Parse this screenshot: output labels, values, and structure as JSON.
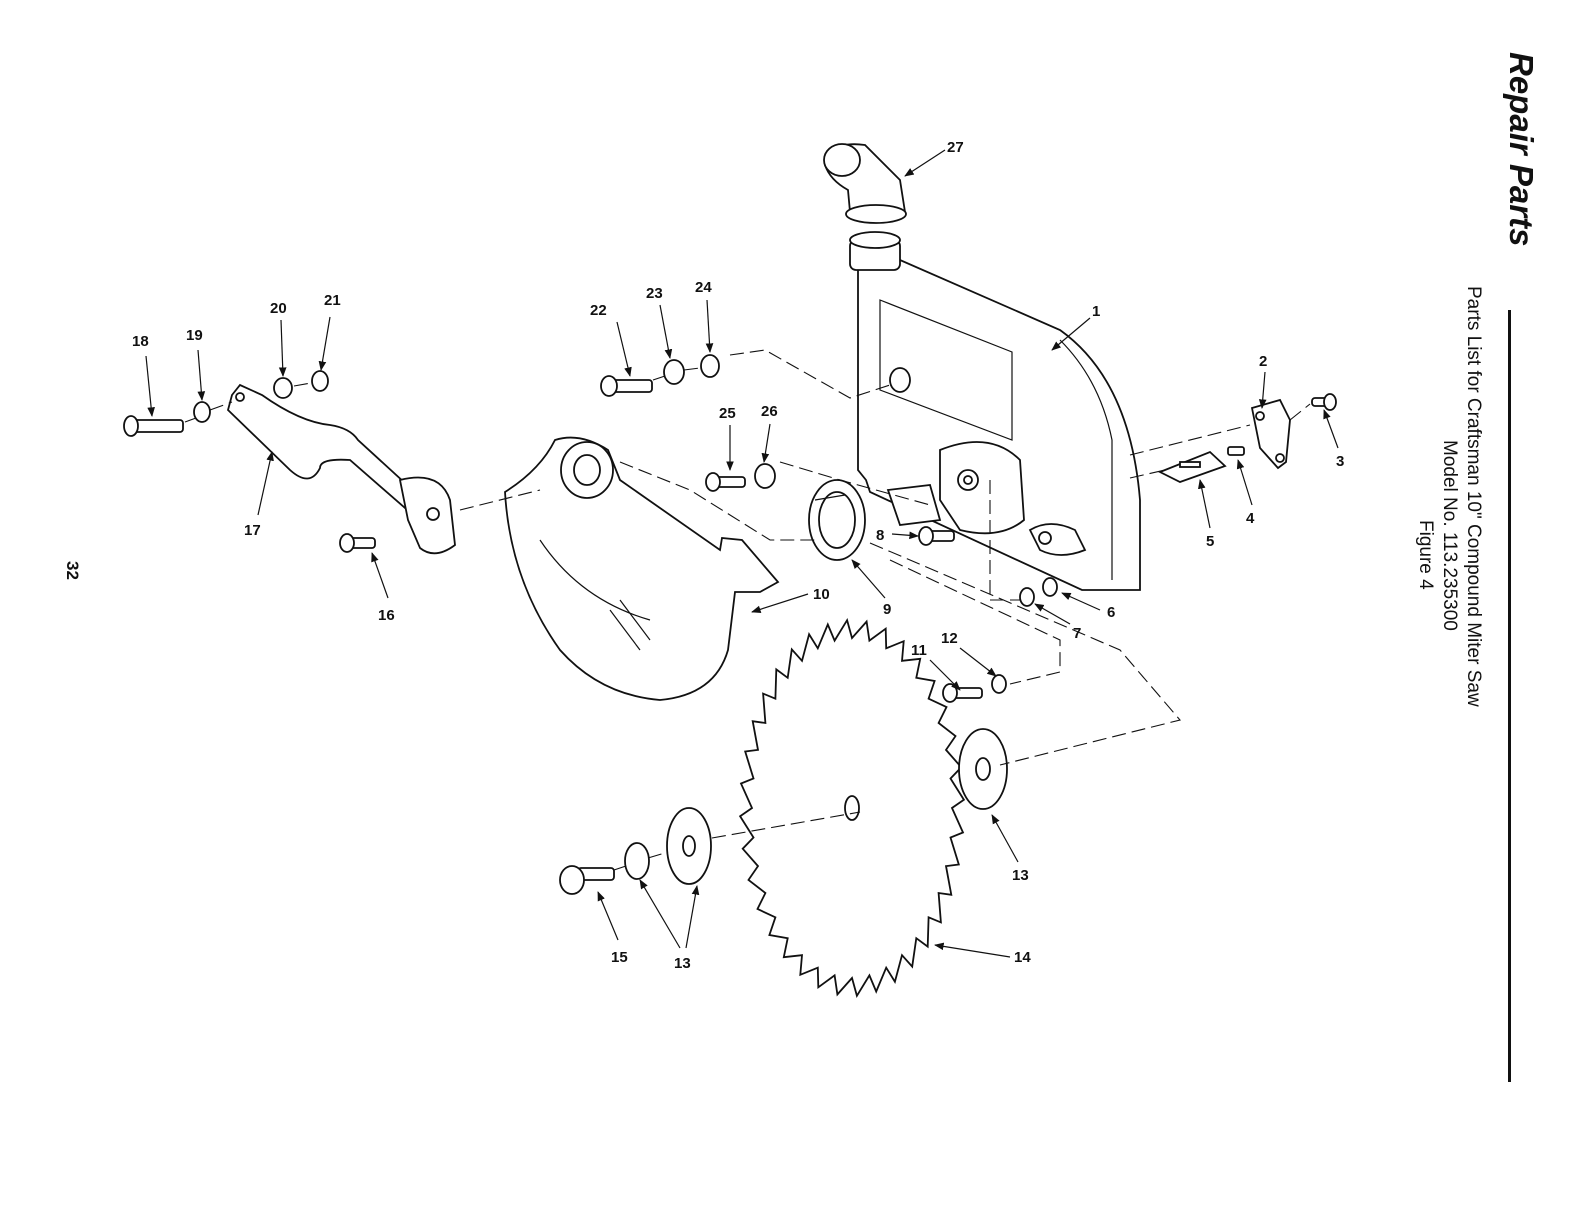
{
  "header": {
    "title": "Repair Parts",
    "subtitle": "Parts List for Craftsman 10\" Compound Miter Saw",
    "model": "Model No. 113.235300",
    "figure": "Figure 4"
  },
  "page_number": "32",
  "callouts": {
    "c1": "1",
    "c2": "2",
    "c3": "3",
    "c4": "4",
    "c5": "5",
    "c6": "6",
    "c7": "7",
    "c8": "8",
    "c9": "9",
    "c10": "10",
    "c11": "11",
    "c12": "12",
    "c13a": "13",
    "c13b": "13",
    "c14": "14",
    "c15": "15",
    "c16": "16",
    "c17": "17",
    "c18": "18",
    "c19": "19",
    "c20": "20",
    "c21": "21",
    "c22": "22",
    "c23": "23",
    "c24": "24",
    "c25": "25",
    "c26": "26",
    "c27": "27"
  }
}
